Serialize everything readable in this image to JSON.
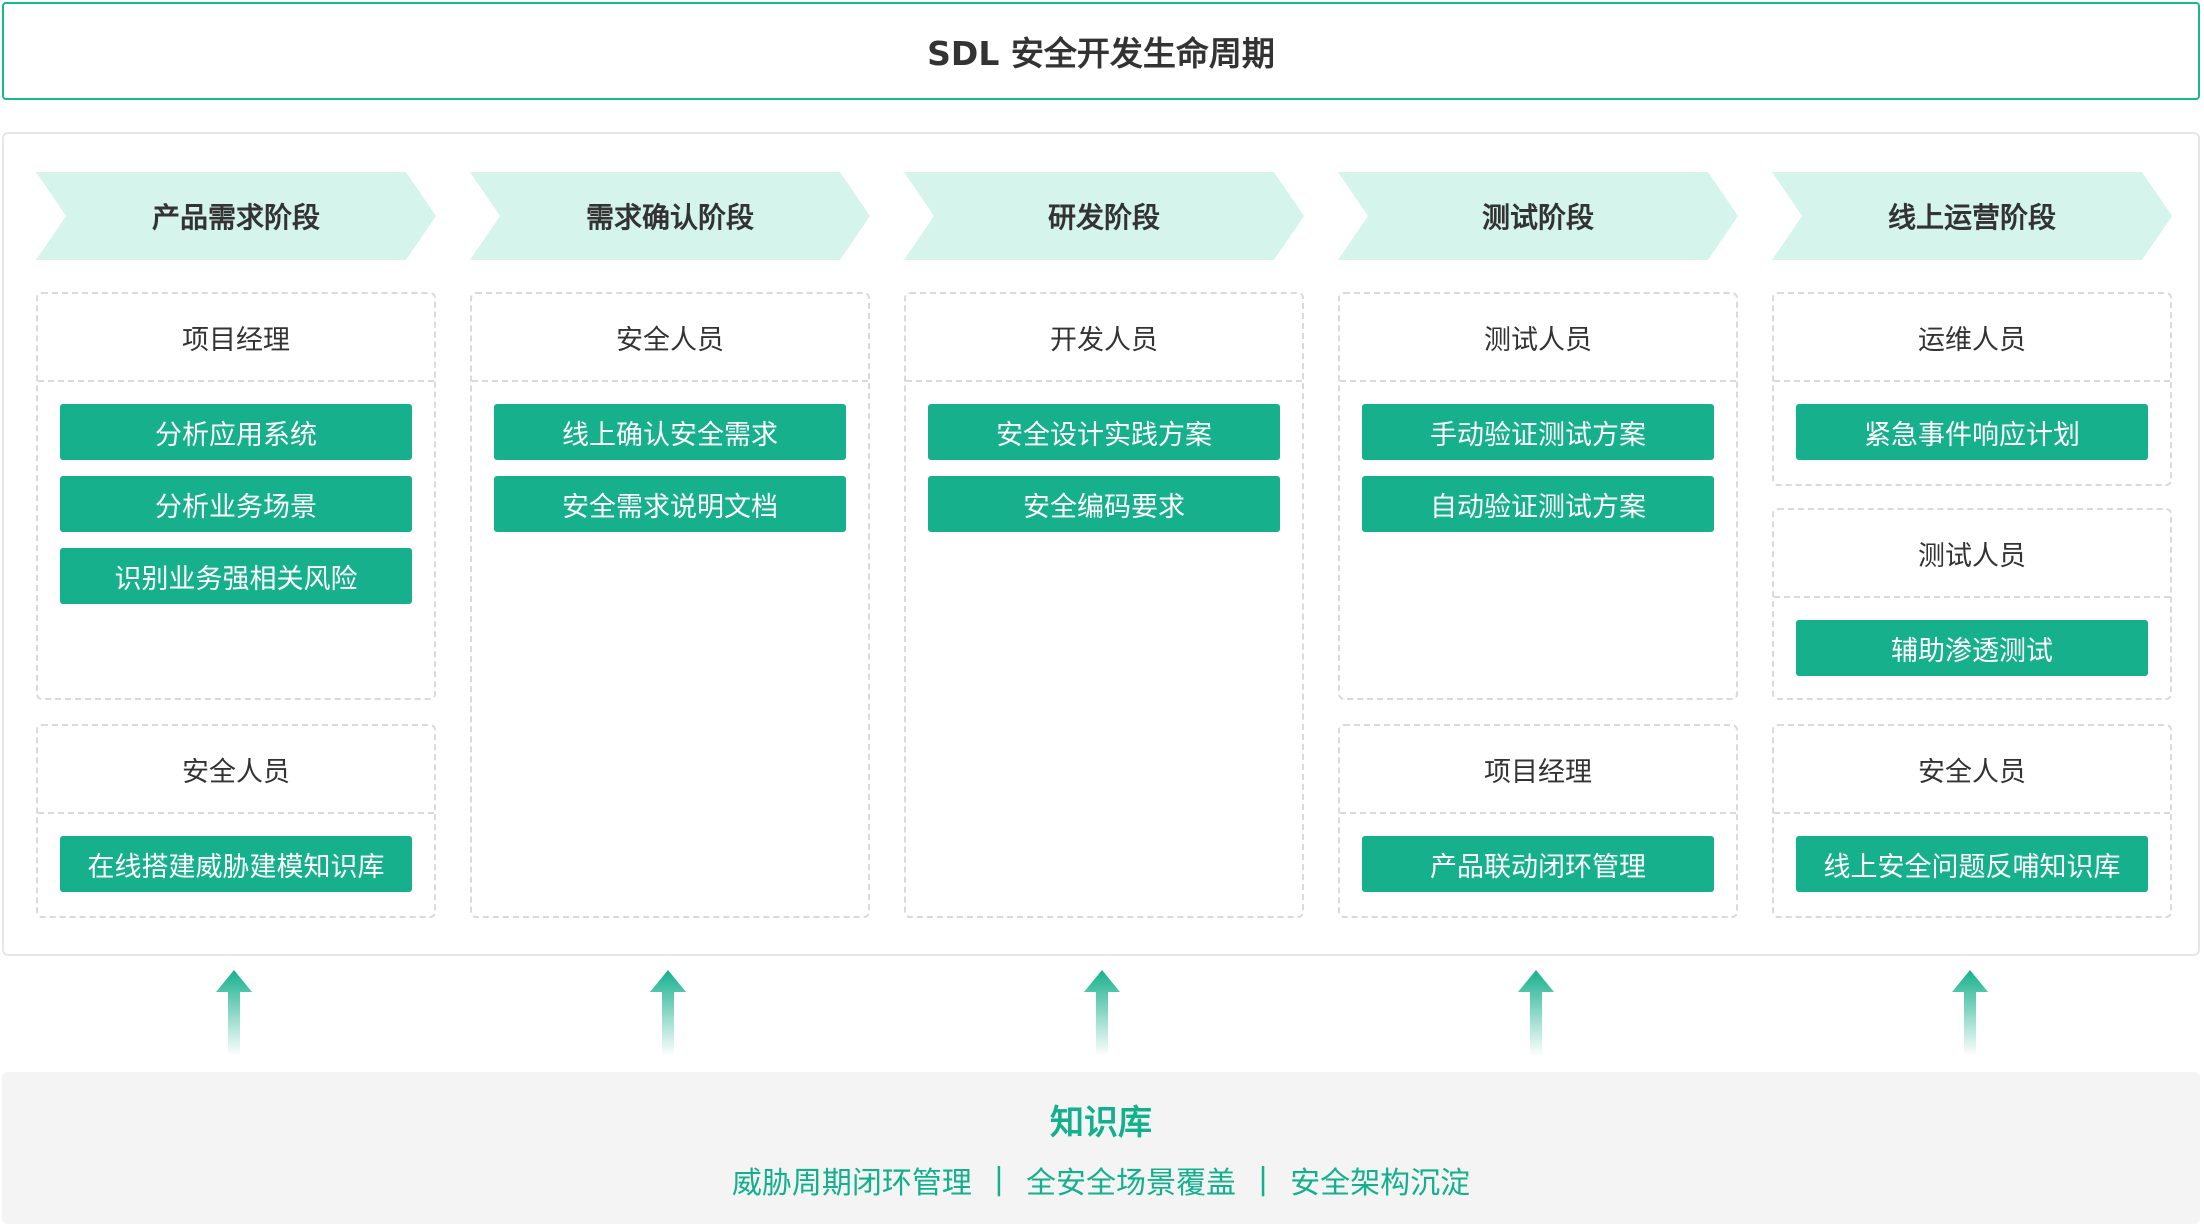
{
  "title": "SDL 安全开发生命周期",
  "colors": {
    "accent": "#17b08d",
    "header_fill": "#d5f5ec",
    "dashed_border": "#d8dadc"
  },
  "stages": [
    {
      "label": "产品需求阶段",
      "groups": [
        {
          "role": "项目经理",
          "tasks": [
            "分析应用系统",
            "分析业务场景",
            "识别业务强相关风险"
          ]
        },
        {
          "role": "安全人员",
          "tasks": [
            "在线搭建威胁建模知识库"
          ]
        }
      ]
    },
    {
      "label": "需求确认阶段",
      "groups": [
        {
          "role": "安全人员",
          "tasks": [
            "线上确认安全需求",
            "安全需求说明文档"
          ]
        }
      ]
    },
    {
      "label": "研发阶段",
      "groups": [
        {
          "role": "开发人员",
          "tasks": [
            "安全设计实践方案",
            "安全编码要求"
          ]
        }
      ]
    },
    {
      "label": "测试阶段",
      "groups": [
        {
          "role": "测试人员",
          "tasks": [
            "手动验证测试方案",
            "自动验证测试方案"
          ]
        },
        {
          "role": "项目经理",
          "tasks": [
            "产品联动闭环管理"
          ]
        }
      ]
    },
    {
      "label": "线上运营阶段",
      "groups": [
        {
          "role": "运维人员",
          "tasks": [
            "紧急事件响应计划"
          ]
        },
        {
          "role": "测试人员",
          "tasks": [
            "辅助渗透测试"
          ]
        },
        {
          "role": "安全人员",
          "tasks": [
            "线上安全问题反哺知识库"
          ]
        }
      ]
    }
  ],
  "knowledge_base": {
    "title": "知识库",
    "items": [
      "威胁周期闭环管理",
      "全安全场景覆盖",
      "安全架构沉淀"
    ],
    "separator": "|"
  }
}
